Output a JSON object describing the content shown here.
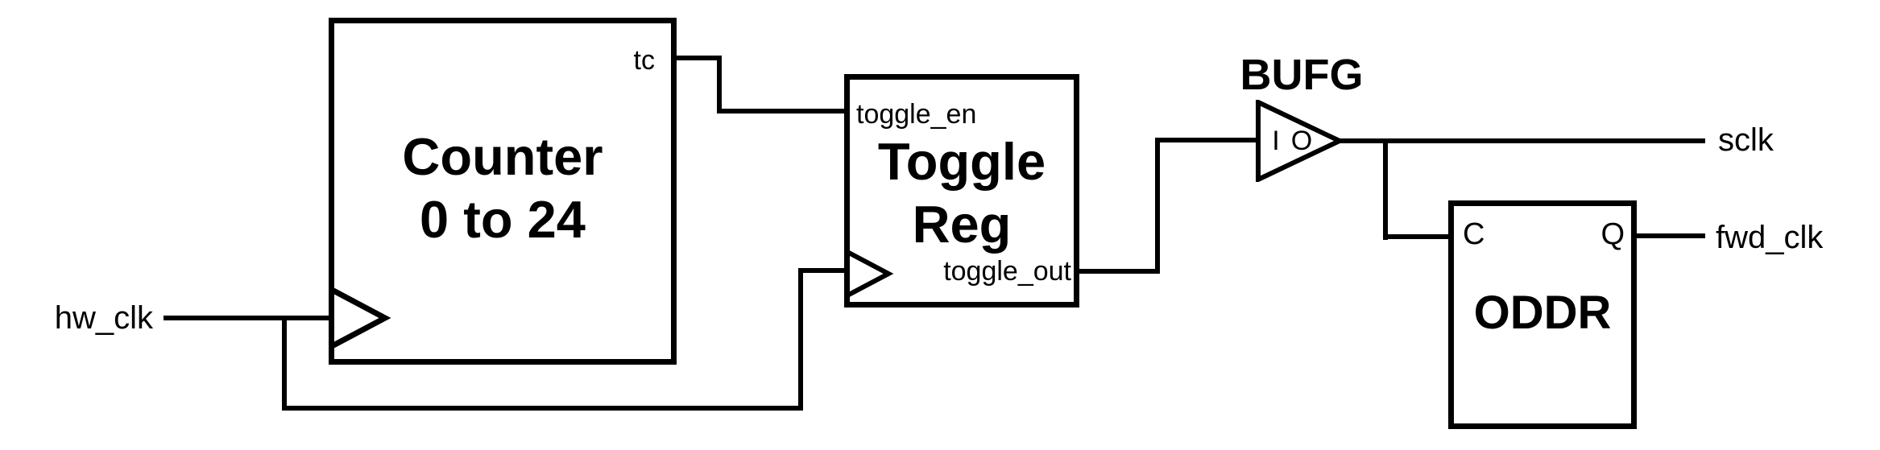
{
  "diagram": {
    "background_color": "#ffffff",
    "line_color": "#000000",
    "ports": {
      "hw_clk": "hw_clk",
      "sclk": "sclk",
      "fwd_clk": "fwd_clk"
    },
    "counter": {
      "title_line1": "Counter",
      "title_line2": "0 to 24",
      "tc_pin": "tc"
    },
    "toggle_reg": {
      "title_line1": "Toggle",
      "title_line2": "Reg",
      "en_pin": "toggle_en",
      "out_pin": "toggle_out"
    },
    "bufg": {
      "label": "BUFG",
      "in_pin": "I",
      "out_pin": "O"
    },
    "oddr": {
      "title": "ODDR",
      "c_pin": "C",
      "q_pin": "Q"
    }
  }
}
